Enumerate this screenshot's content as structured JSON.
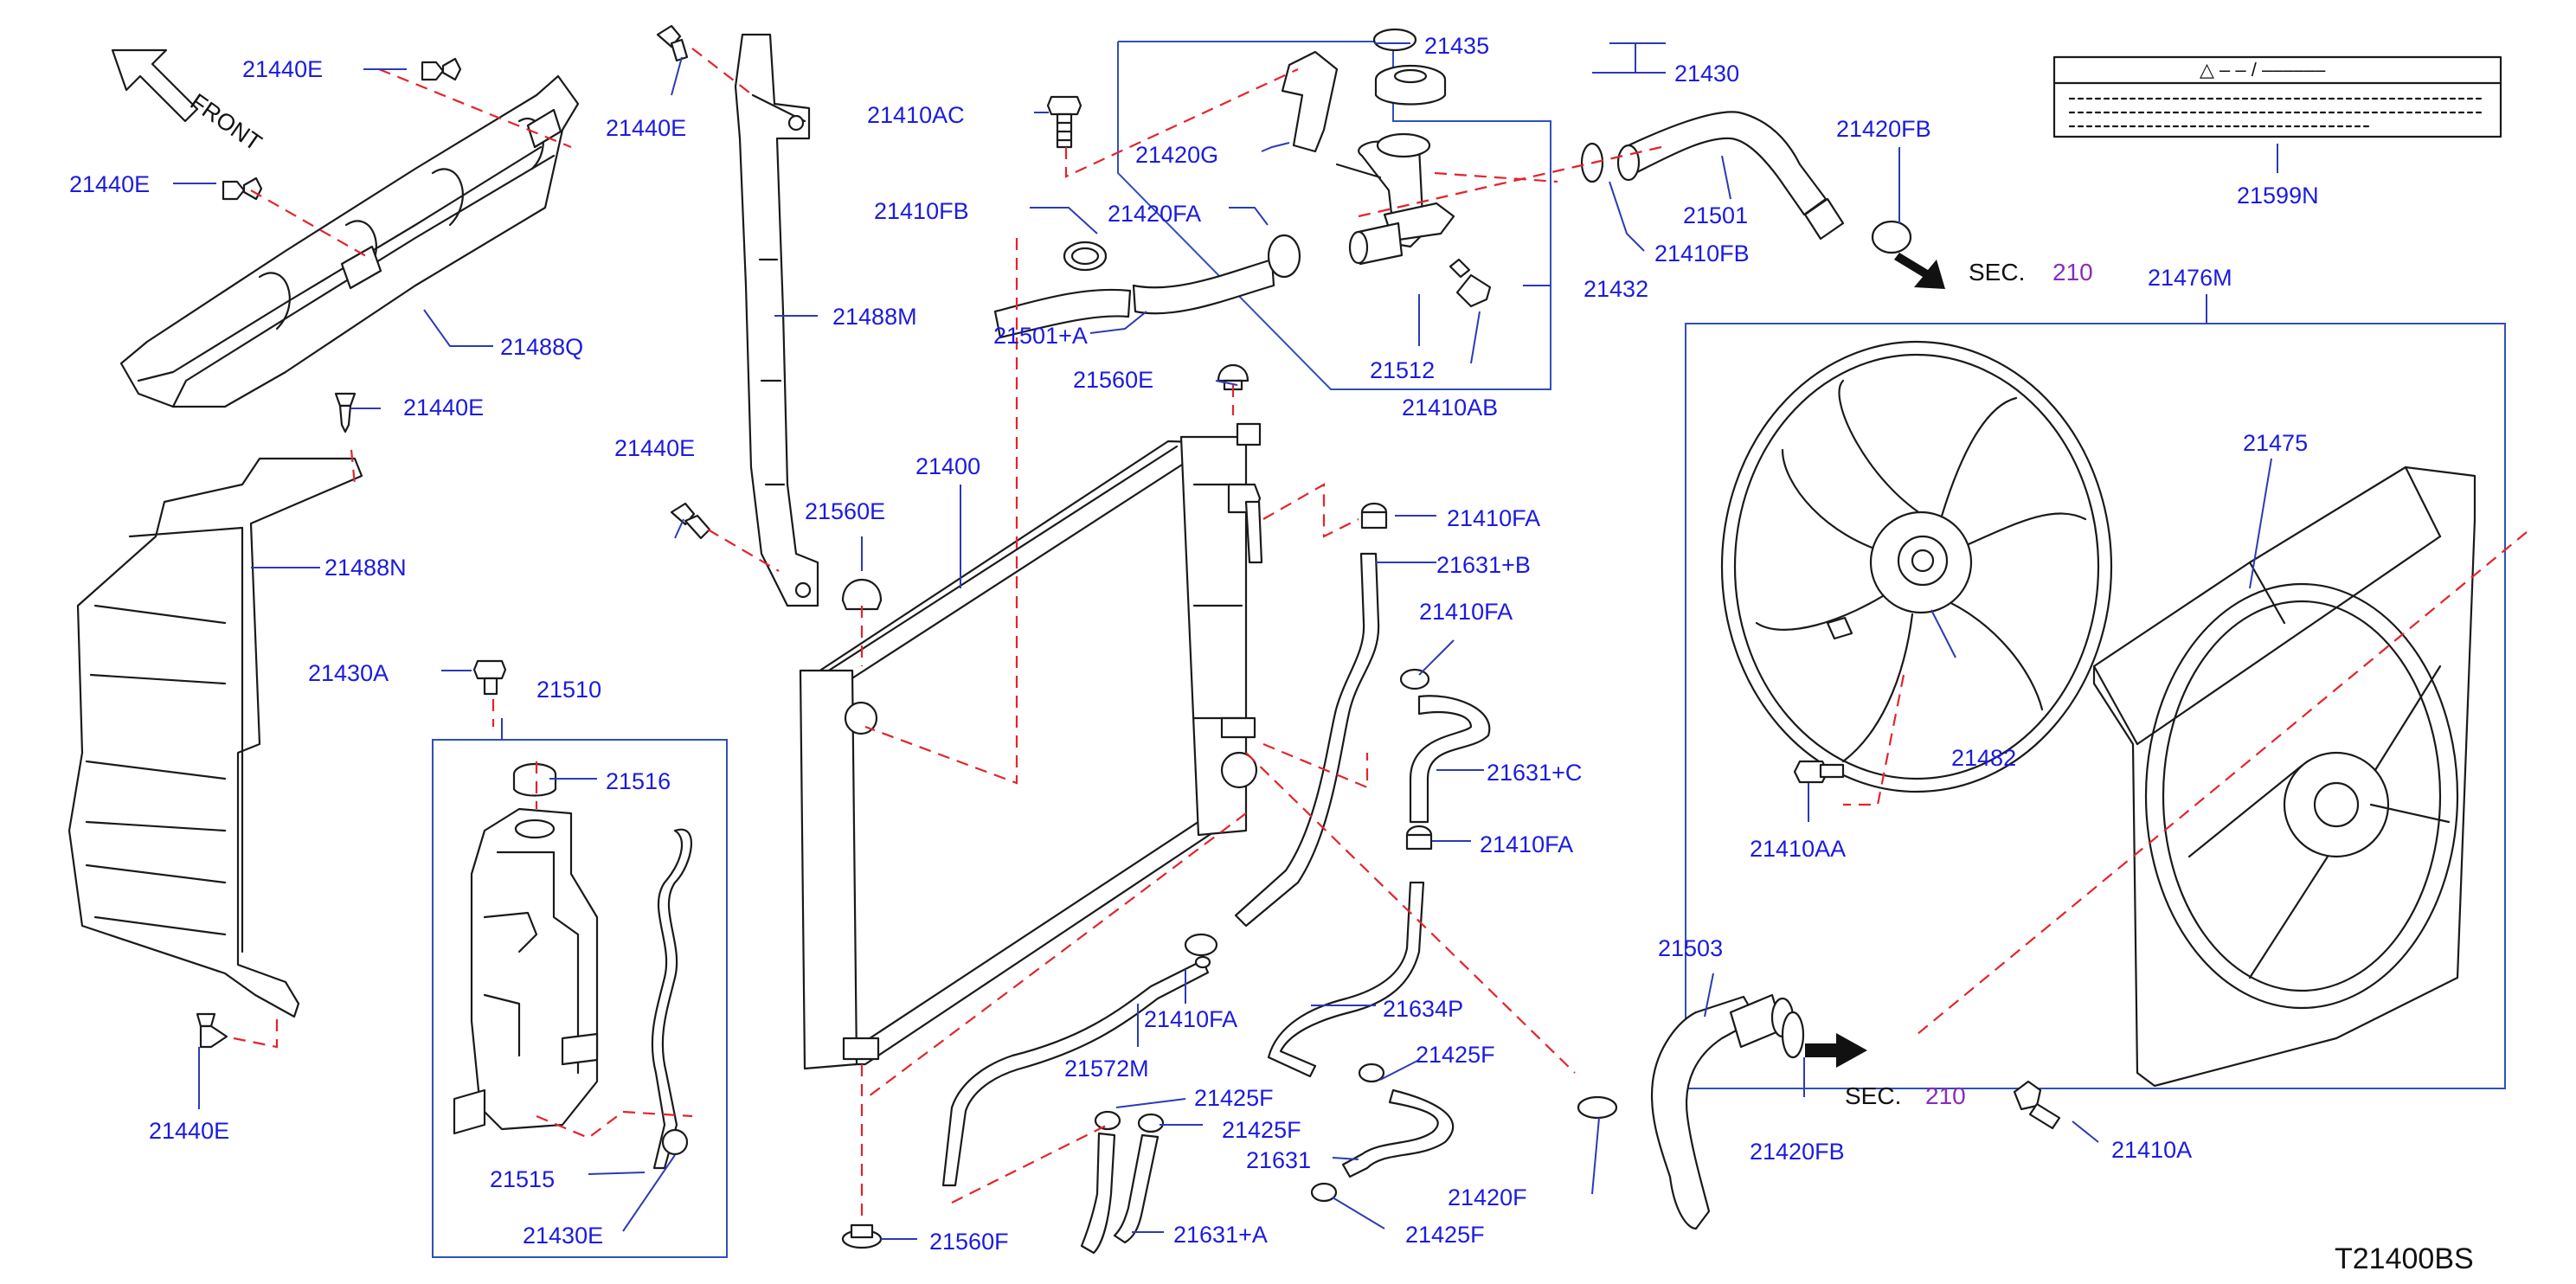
{
  "diagram": {
    "code": "T21400BS",
    "front_label": "FRONT",
    "sec_prefix": "SEC.",
    "sec_number": "210",
    "warning_label_text": "△ ‒ ‒ / ‒‒‒‒‒‒",
    "parts": [
      {
        "id": "21440E",
        "label": "21440E"
      },
      {
        "id": "21488Q",
        "label": "21488Q"
      },
      {
        "id": "21488N",
        "label": "21488N"
      },
      {
        "id": "21488M",
        "label": "21488M"
      },
      {
        "id": "21410AC",
        "label": "21410AC"
      },
      {
        "id": "21420G",
        "label": "21420G"
      },
      {
        "id": "21410FB",
        "label": "21410FB"
      },
      {
        "id": "21420FA",
        "label": "21420FA"
      },
      {
        "id": "21501+A",
        "label": "21501+A"
      },
      {
        "id": "21435",
        "label": "21435"
      },
      {
        "id": "21430",
        "label": "21430"
      },
      {
        "id": "21432",
        "label": "21432"
      },
      {
        "id": "21512",
        "label": "21512"
      },
      {
        "id": "21410AB",
        "label": "21410AB"
      },
      {
        "id": "21501",
        "label": "21501"
      },
      {
        "id": "21420FB",
        "label": "21420FB"
      },
      {
        "id": "21599N",
        "label": "21599N"
      },
      {
        "id": "21476M",
        "label": "21476M"
      },
      {
        "id": "21475",
        "label": "21475"
      },
      {
        "id": "21482",
        "label": "21482"
      },
      {
        "id": "21410AA",
        "label": "21410AA"
      },
      {
        "id": "21410A",
        "label": "21410A"
      },
      {
        "id": "21560E",
        "label": "21560E"
      },
      {
        "id": "21400",
        "label": "21400"
      },
      {
        "id": "21410FA",
        "label": "21410FA"
      },
      {
        "id": "21631+B",
        "label": "21631+B"
      },
      {
        "id": "21631+C",
        "label": "21631+C"
      },
      {
        "id": "21430A",
        "label": "21430A"
      },
      {
        "id": "21510",
        "label": "21510"
      },
      {
        "id": "21516",
        "label": "21516"
      },
      {
        "id": "21515",
        "label": "21515"
      },
      {
        "id": "21430E",
        "label": "21430E"
      },
      {
        "id": "21572M",
        "label": "21572M"
      },
      {
        "id": "21634P",
        "label": "21634P"
      },
      {
        "id": "21425F",
        "label": "21425F"
      },
      {
        "id": "21631",
        "label": "21631"
      },
      {
        "id": "21631+A",
        "label": "21631+A"
      },
      {
        "id": "21560F",
        "label": "21560F"
      },
      {
        "id": "21503",
        "label": "21503"
      },
      {
        "id": "21420F",
        "label": "21420F"
      }
    ]
  }
}
